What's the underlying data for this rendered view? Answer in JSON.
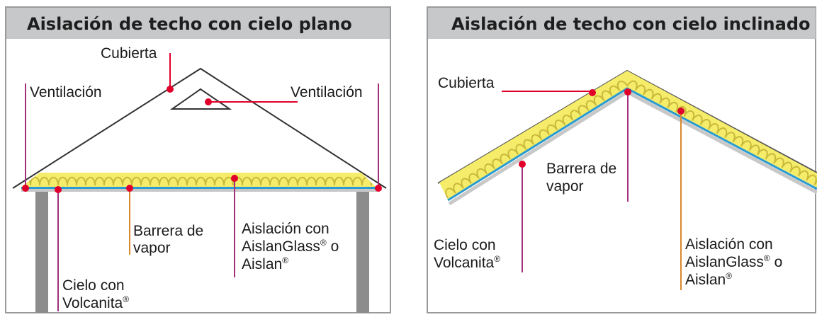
{
  "panel_left": {
    "title": "Aislación de techo con cielo plano",
    "labels": {
      "cubierta": "Cubierta",
      "ventilacion_left": "Ventilación",
      "ventilacion_right": "Ventilación",
      "barrera_1": "Barrera de",
      "barrera_2": "vapor",
      "aislacion_1": "Aislación con",
      "aislacion_2a": "AislanGlass",
      "aislacion_2b": " o",
      "aislacion_3": "Aislan",
      "cielo_1": "Cielo con",
      "cielo_2": "Volcanita",
      "reg": "®"
    }
  },
  "panel_right": {
    "title": "Aislación de techo con cielo inclinado",
    "labels": {
      "cubierta": "Cubierta",
      "barrera_1": "Barrera de",
      "barrera_2": "vapor",
      "cielo_1": "Cielo con",
      "cielo_2": "Volcanita",
      "aislacion_1": "Aislación con",
      "aislacion_2a": "AislanGlass",
      "aislacion_2b": " o",
      "aislacion_3": "Aislan",
      "reg": "®"
    }
  },
  "colors": {
    "title_bar": "#c7c8ca",
    "insulation": "#f5ec6a",
    "insulation_wave": "#c9b93a",
    "vapor_barrier": "#2a9bd0",
    "ceiling": "#c8c8c8",
    "leader_red": "#e0002a",
    "leader_orange": "#d98a2c",
    "leader_purple": "#a0307a",
    "wall": "#8c8c8c",
    "roof_line": "#333333"
  }
}
